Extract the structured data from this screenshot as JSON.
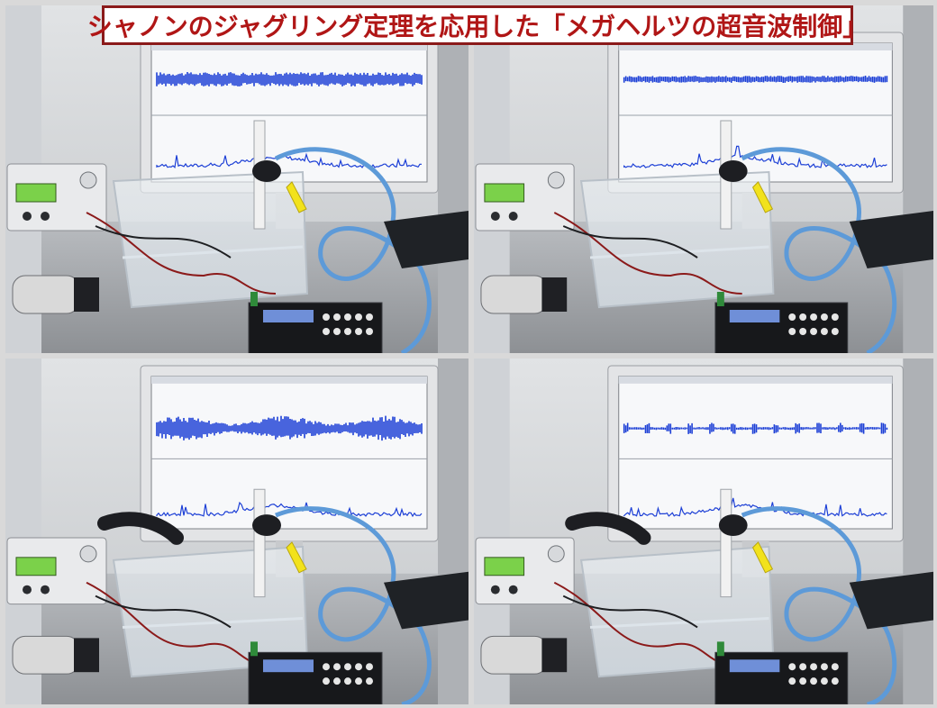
{
  "title": "シャノンのジャグリング定理を応用した「メガヘルツの超音波制御」",
  "panels": [
    {
      "position": "top-left",
      "waveform": "dense-band"
    },
    {
      "position": "top-right",
      "waveform": "thin-line"
    },
    {
      "position": "bottom-left",
      "waveform": "thick-modulated"
    },
    {
      "position": "bottom-right",
      "waveform": "pulse-line"
    }
  ],
  "colors": {
    "title_text": "#b01616",
    "title_border": "#8b1a1a",
    "waveform": "#1c3fd6",
    "monitor_bezel": "#e3e4e6",
    "wall": "#d4d6d8"
  }
}
